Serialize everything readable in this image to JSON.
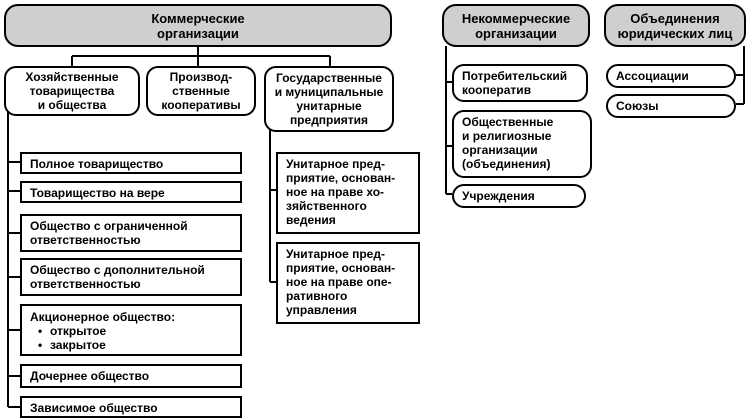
{
  "commercial": {
    "title": "Коммерческие\nорганизации",
    "groups": {
      "business": "Хозяйственные\nтоварищества\nи общества",
      "coop": "Производ-\nственные\nкооперативы",
      "unitary": "Государственные\nи муниципальные\nунитарные\nпредприятия"
    },
    "business_items": {
      "full": "Полное товарищество",
      "limited": "Товарищество на вере",
      "llc": "Общество с ограниченной\nответственностью",
      "alc": "Общество с дополнительной\nответственностью",
      "jsc_title": "Акционерное общество:",
      "jsc_open": "открытое",
      "jsc_closed": "закрытое",
      "subsidiary": "Дочернее общество",
      "dependent": "Зависимое общество"
    },
    "unitary_items": {
      "economic": "Унитарное пред-\nприятие, основан-\nное на праве хо-\nзяйственного\nведения",
      "operative": "Унитарное пред-\nприятие, основан-\nное на праве опе-\nративного\nуправления"
    }
  },
  "noncommercial": {
    "title": "Некоммерческие\nорганизации",
    "items": {
      "consumer": "Потребительский\nкооператив",
      "public": "Общественные\nи религиозные\nорганизации\n(объединения)",
      "institutions": "Учреждения"
    }
  },
  "unions": {
    "title": "Объединения\nюридических лиц",
    "items": {
      "associations": "Ассоциации",
      "unions": "Союзы"
    }
  }
}
